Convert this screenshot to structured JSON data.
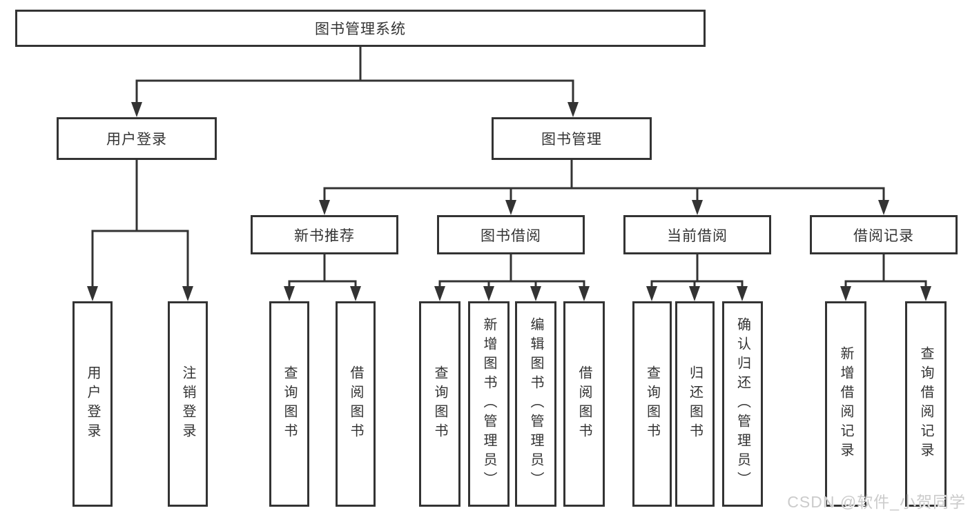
{
  "diagram": {
    "root": {
      "label": "图书管理系统"
    },
    "level2": [
      {
        "label": "用户登录"
      },
      {
        "label": "图书管理"
      }
    ],
    "level3": [
      {
        "label": "新书推荐"
      },
      {
        "label": "图书借阅"
      },
      {
        "label": "当前借阅"
      },
      {
        "label": "借阅记录"
      }
    ],
    "leaves": {
      "user_login": [
        "用户登录",
        "注销登录"
      ],
      "new_books": [
        "查询图书",
        "借阅图书"
      ],
      "book_borrow": [
        "查询图书",
        "新增图书（管理员）",
        "编辑图书（管理员）",
        "借阅图书"
      ],
      "current_borrow": [
        "查询图书",
        "归还图书",
        "确认归还（管理员）"
      ],
      "borrow_records": [
        "新增借阅记录",
        "查询借阅记录"
      ]
    },
    "colors": {
      "line": "#333333",
      "box_border": "#333333",
      "box_background": "#ffffff",
      "text": "#333333",
      "watermark": "#cbcbcb"
    },
    "watermark": "CSDN @软件_小贺同学"
  }
}
